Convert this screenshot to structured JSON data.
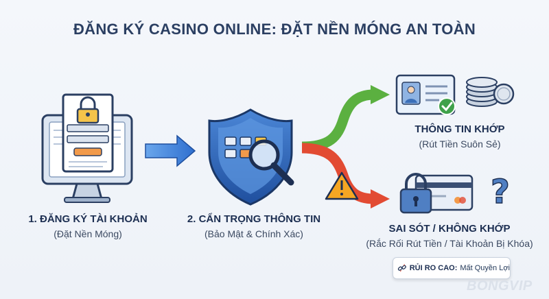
{
  "title": "ĐĂNG KÝ CASINO ONLINE: ĐẶT NỀN MÓNG AN TOÀN",
  "steps": [
    {
      "heading": "1. ĐĂNG KÝ TÀI KHOẢN",
      "sub": "(Đặt Nền Móng)"
    },
    {
      "heading": "2. CẨN TRỌNG THÔNG TIN",
      "sub": "(Bảo Mật & Chính Xác)"
    }
  ],
  "outcomes": {
    "match": {
      "heading": "THÔNG TIN KHỚP",
      "sub": "(Rút Tiền Suôn Sẻ)"
    },
    "mismatch": {
      "heading": "SAI SÓT / KHÔNG KHỚP",
      "sub": "(Rắc Rối Rút Tiền / Tài Khoản Bị Khóa)"
    }
  },
  "risk": {
    "label": "RỦI RO CAO:",
    "text": "Mất Quyền Lợi"
  },
  "watermark": "BONGVIP",
  "colors": {
    "arrow_blue": "#3b7fd9",
    "arrow_green": "#5bb040",
    "arrow_red": "#e24b33",
    "accent_navy": "#1d2f52"
  },
  "icons": [
    "computer-monitor-icon",
    "padlock-icon",
    "shield-icon",
    "magnifier-icon",
    "id-card-icon",
    "check-icon",
    "coins-icon",
    "warning-icon",
    "credit-card-icon",
    "question-mark-icon",
    "broken-chain-icon"
  ]
}
